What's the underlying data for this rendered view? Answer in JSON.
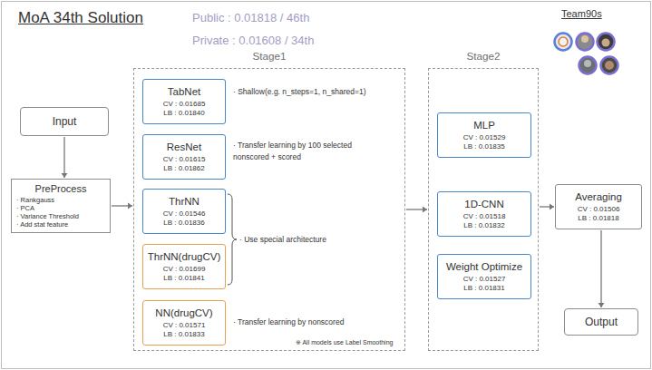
{
  "diagram": {
    "title": "MoA 34th Solution",
    "nodes": [
      {
        "text": [
          "Input"
        ]
      },
      {
        "text": [
          "PreProcess",
          "· Rankgauss",
          "· PCA",
          "· Variance Threshold",
          "· Add stat feature"
        ]
      },
      {
        "text": [
          "Stage1"
        ]
      },
      {
        "text": [
          "TabNet",
          "CV : 0.01685",
          "LB : 0.01840"
        ],
        "in": 2
      },
      {
        "text": [
          "ResNet",
          "CV : 0.01615",
          "LB : 0.01862"
        ],
        "in": 2
      },
      {
        "text": [
          "ThrNN",
          "CV : 0.01546",
          "LB : 0.01836"
        ],
        "in": 2
      },
      {
        "text": [
          "ThrNN(drugCV)",
          "CV : 0.01699",
          "LB : 0.01841"
        ],
        "in": 2
      },
      {
        "text": [
          "NN(drugCV)",
          "CV : 0.01571",
          "LB : 0.01833"
        ],
        "in": 2
      },
      {
        "text": [
          "Stage2"
        ]
      },
      {
        "text": [
          "MLP",
          "CV : 0.01529",
          "LB : 0.01835"
        ],
        "in": 8
      },
      {
        "text": [
          "1D-CNN",
          "CV : 0.01518",
          "LB : 0.01832"
        ],
        "in": 8
      },
      {
        "text": [
          "Weight Optimize",
          "CV : 0.01527",
          "LB : 0.01831"
        ],
        "in": 8
      },
      {
        "text": [
          "Averaging",
          "CV : 0.01506",
          "LB : 0.01818"
        ]
      },
      {
        "text": [
          "Output"
        ]
      }
    ],
    "edges": [
      {
        "from": 0,
        "to": 1,
        "arrow": "to"
      },
      {
        "from": 1,
        "to": 2,
        "arrow": "to"
      },
      {
        "from": 2,
        "to": 8,
        "arrow": "to"
      },
      {
        "from": 8,
        "to": 12,
        "arrow": "to"
      },
      {
        "from": 12,
        "to": 13,
        "arrow": "to"
      }
    ],
    "labels": [
      "Public : 0.01818 / 46th",
      "Private : 0.01608 / 34th",
      "Team90s",
      "· Shallow(e.g. n_steps=1, n_shared=1)",
      "· Transfer learning by 100 selected nonscored + scored",
      "· Use special architecture",
      "· Transfer learning by nonscored",
      "※ All models use Label Smoothing"
    ]
  }
}
